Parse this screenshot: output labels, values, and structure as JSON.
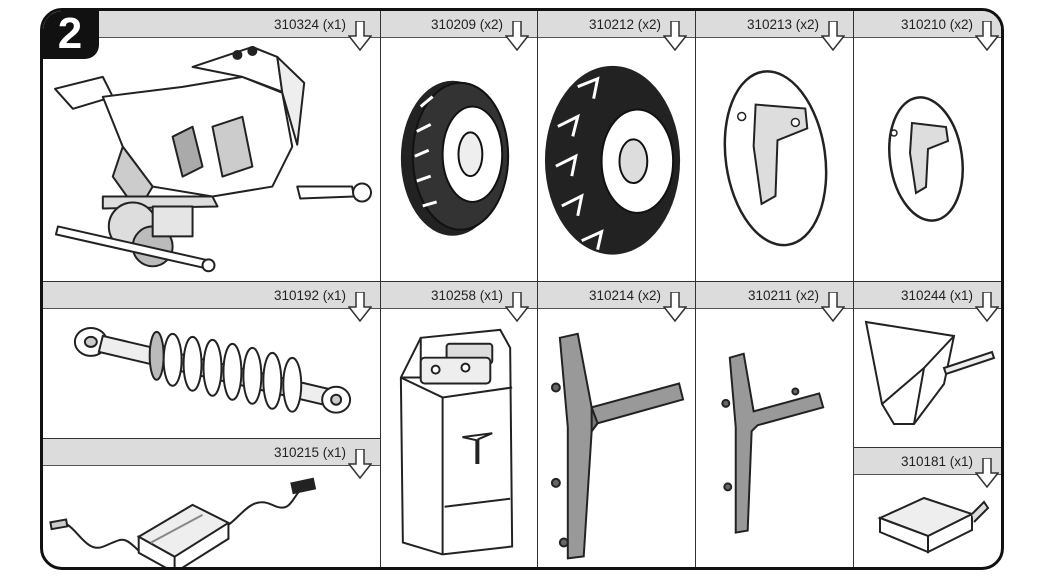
{
  "step_number": "2",
  "parts": {
    "p310324": "310324 (x1)",
    "p310209": "310209 (x2)",
    "p310212": "310212 (x2)",
    "p310213": "310213 (x2)",
    "p310210": "310210 (x2)",
    "p310192": "310192 (x1)",
    "p310258": "310258 (x1)",
    "p310214": "310214 (x2)",
    "p310211": "310211 (x2)",
    "p310244": "310244 (x1)",
    "p310215": "310215 (x1)",
    "p310181": "310181 (x1)"
  },
  "icons": {
    "part_arrow": "down-arrow-icon"
  }
}
